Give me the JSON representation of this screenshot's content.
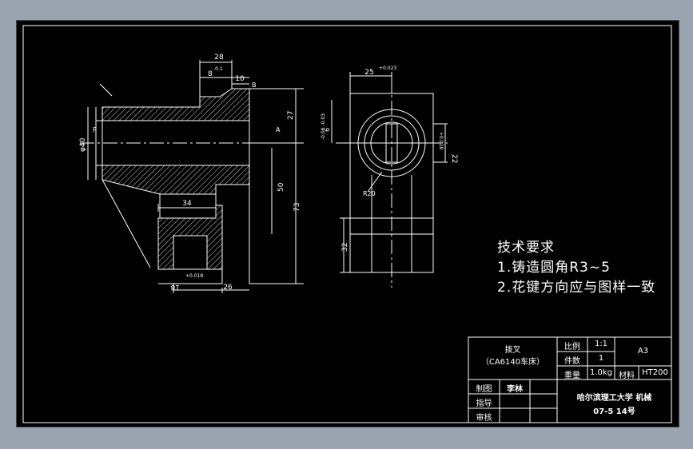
{
  "requirements": {
    "title": "技术要求",
    "item1": "1.铸造圆角R3~5",
    "item2": "2.花键方向应与图样一致"
  },
  "title_block": {
    "part_name": "拨叉",
    "part_source": "（CA6140车床）",
    "scale_label": "比例",
    "scale_value": "1:1",
    "quantity_label": "件数",
    "quantity_value": "1",
    "weight_label": "重量",
    "weight_value": "1.0kg",
    "material_label": "材料",
    "material_value": "HT200",
    "sheet_size": "A3",
    "drawn_label": "制图",
    "drawn_by": "李林",
    "guide_label": "指导",
    "review_label": "审核",
    "school": "哈尔滨理工大学 机械",
    "class_no": "07-5 14号"
  },
  "dimensions": {
    "d28": "28",
    "d8": "8",
    "d8_tol": "-0.1",
    "d10": "10",
    "dB": "B",
    "d27": "27",
    "dA": "A",
    "d40": "φ40",
    "d50": "50",
    "d73": "73",
    "d34": "34",
    "d26": "26",
    "d18": "18",
    "d18_tol": "+0.018",
    "d25": "25",
    "d25_tol": "+0.023",
    "d22": "22",
    "d22_tol": "+0.028",
    "d6": "6",
    "d6_tol": "-0.06 -0.03",
    "d32": "32",
    "dR20": "R20",
    "dP": "P"
  }
}
